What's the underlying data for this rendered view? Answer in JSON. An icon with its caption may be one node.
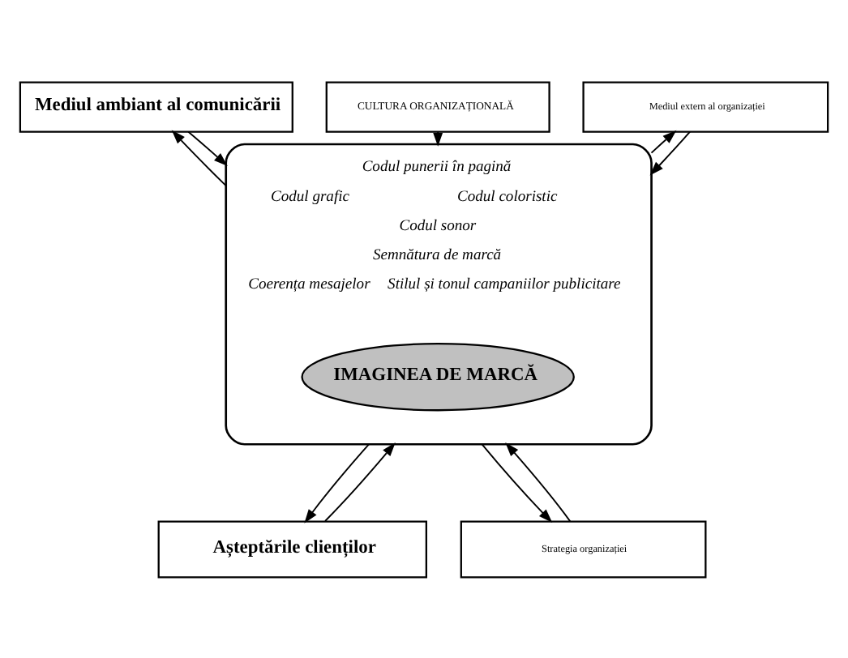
{
  "diagram": {
    "nodes": [
      {
        "text": [
          "CULTURA ORGANIZAȚIONALĂ"
        ]
      },
      {
        "text": [
          "Mediul ambiant al comunicării"
        ]
      },
      {
        "text": [
          "Mediul extern al organizației"
        ]
      },
      {
        "text": [
          "Codul punerii în pagină",
          "Codul grafic",
          "Codul coloristic",
          "Codul sonor",
          "Semnătura de marcă",
          "Coerența mesajelor",
          "Stilul și tonul campaniilor publicitare"
        ]
      },
      {
        "text": [
          "IMAGINEA DE MARCĂ"
        ],
        "in": 3
      },
      {
        "text": [
          "Așteptările clienților"
        ]
      },
      {
        "text": [
          "Strategia organizației"
        ]
      }
    ],
    "edges": [
      {
        "from": 0,
        "to": 3,
        "arrow": "to"
      },
      {
        "from": 1,
        "to": 3,
        "arrow": "to"
      },
      {
        "from": 3,
        "to": 1,
        "arrow": "to"
      },
      {
        "from": 2,
        "to": 3,
        "arrow": "to"
      },
      {
        "from": 3,
        "to": 2,
        "arrow": "to"
      },
      {
        "from": 5,
        "to": 3,
        "arrow": "to"
      },
      {
        "from": 3,
        "to": 5,
        "arrow": "to"
      },
      {
        "from": 6,
        "to": 3,
        "arrow": "to"
      },
      {
        "from": 3,
        "to": 6,
        "arrow": "to"
      }
    ]
  }
}
